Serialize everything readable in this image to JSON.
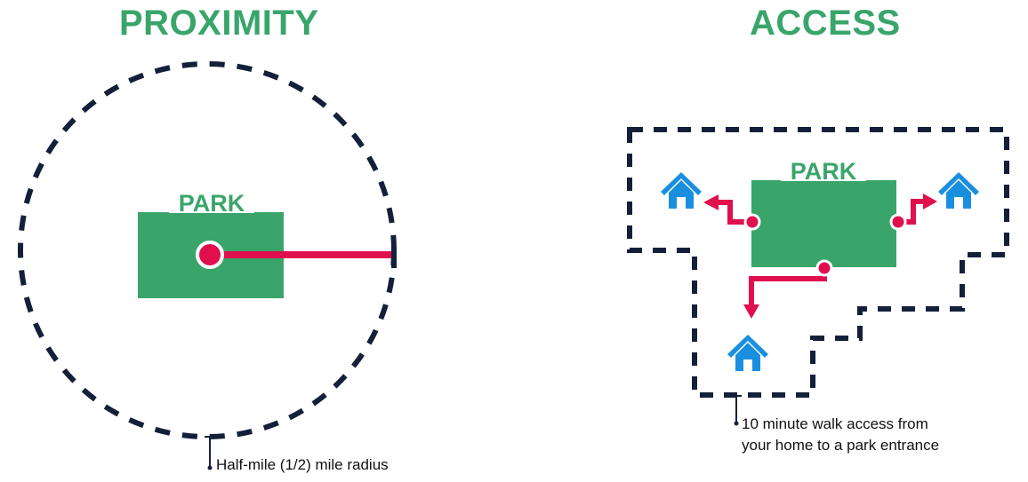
{
  "colors": {
    "accent": "#3aa56b",
    "park_fill": "#3aa56b",
    "path": "#e0104f",
    "boundary": "#14203a",
    "home": "#1a8fe0"
  },
  "proximity": {
    "title": "PROXIMITY",
    "park_label": "PARK",
    "caption": "Half-mile (1/2) mile radius"
  },
  "access": {
    "title": "ACCESS",
    "park_label": "PARK",
    "caption_line1": "10 minute walk access from",
    "caption_line2": "your home to a park entrance",
    "homes": [
      {
        "icon": "home-icon"
      },
      {
        "icon": "home-icon"
      },
      {
        "icon": "home-icon"
      }
    ]
  }
}
